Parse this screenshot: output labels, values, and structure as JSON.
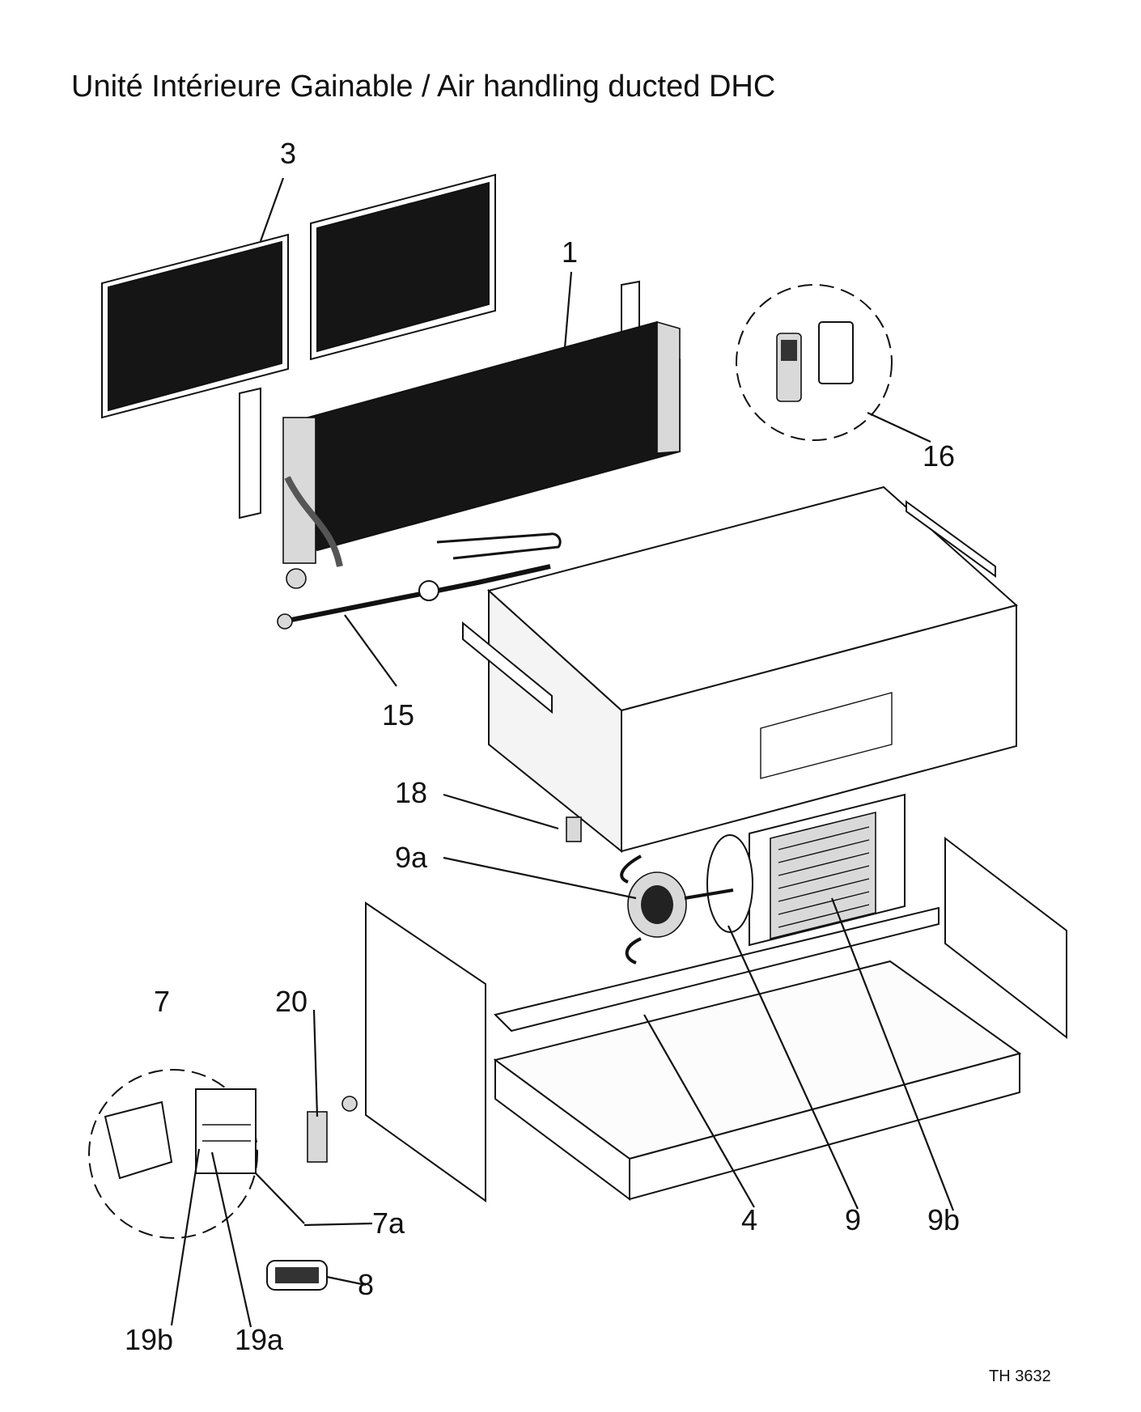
{
  "title": "Unité Intérieure Gainable / Air handling ducted DHC",
  "reference": "TH 3632",
  "callouts": [
    {
      "id": "c-3",
      "text": "3"
    },
    {
      "id": "c-1",
      "text": "1"
    },
    {
      "id": "c-16",
      "text": "16"
    },
    {
      "id": "c-15",
      "text": "15"
    },
    {
      "id": "c-18",
      "text": "18"
    },
    {
      "id": "c-9a",
      "text": "9a"
    },
    {
      "id": "c-7",
      "text": "7"
    },
    {
      "id": "c-20",
      "text": "20"
    },
    {
      "id": "c-7a",
      "text": "7a"
    },
    {
      "id": "c-8",
      "text": "8"
    },
    {
      "id": "c-4",
      "text": "4"
    },
    {
      "id": "c-9",
      "text": "9"
    },
    {
      "id": "c-9b",
      "text": "9b"
    },
    {
      "id": "c-19b",
      "text": "19b"
    },
    {
      "id": "c-19a",
      "text": "19a"
    }
  ]
}
